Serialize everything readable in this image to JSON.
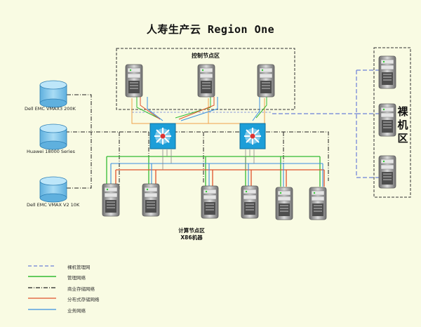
{
  "title": "人寿生产云 Region One",
  "zones": {
    "control": "控制节点区",
    "bare_metal": "裸机区",
    "compute_line1": "计算节点区",
    "compute_line2": "X86机器"
  },
  "storage": [
    "Dell EMC VMAX3 200K",
    "Huawei 18000 Series",
    "Dell EMC VMAX V2 10K"
  ],
  "legend": [
    {
      "label": "裸机管理网",
      "color": "#6c7fd8",
      "style": "dashed"
    },
    {
      "label": "管理网络",
      "color": "#33bb33",
      "style": "solid"
    },
    {
      "label": "商业存储网络",
      "color": "#222222",
      "style": "dashdot"
    },
    {
      "label": "分布式存储网络",
      "color": "#e0522b",
      "style": "solid"
    },
    {
      "label": "业务网络",
      "color": "#3a8fe0",
      "style": "solid"
    }
  ],
  "colors": {
    "background": "#f9fbe3",
    "storage_fill": "#84c8ec",
    "switch_fill": "#1c9ed8",
    "server_frame": "#8a8a8a",
    "management_green": "#33bb33",
    "distributed_red": "#e0522b",
    "business_blue": "#3a8fe0",
    "baremetal_dash": "#6c7fd8",
    "orange_link": "#f0a04a"
  }
}
